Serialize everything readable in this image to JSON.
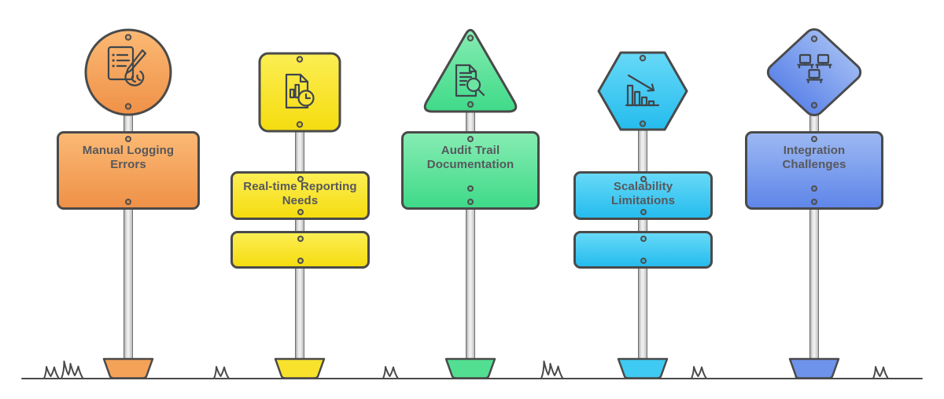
{
  "figure": {
    "background": "#FFFFFF",
    "outline_color": "#4A4A4A",
    "text_color": "#57585C",
    "pole": {
      "fill": "#E6E6E6",
      "border": "#6F6F6F"
    },
    "ground": {
      "line_color": "#4A4A4A",
      "grass_fill": "#FFFFFF"
    },
    "posts": [
      {
        "shape": "circle",
        "icon": "document-writing-icon",
        "label": "Manual Logging\nErrors",
        "colors": {
          "light": "#FBB974",
          "dark": "#EF9148",
          "base": "#F4A258"
        },
        "blank_sign": false
      },
      {
        "shape": "rounded-square",
        "icon": "report-clock-icon",
        "label": "Real-time Reporting\nNeeds",
        "colors": {
          "light": "#FCEE54",
          "dark": "#F5DC0F",
          "base": "#F8E22C"
        },
        "blank_sign": true
      },
      {
        "shape": "triangle",
        "icon": "document-magnifier-icon",
        "label": "Audit Trail\nDocumentation",
        "colors": {
          "light": "#86ECB2",
          "dark": "#3FDA89",
          "base": "#52DF92"
        },
        "blank_sign": false
      },
      {
        "shape": "hexagon",
        "icon": "declining-bar-chart-icon",
        "label": "Scalability\nLimitations",
        "colors": {
          "light": "#67D9F7",
          "dark": "#25BCEE",
          "base": "#3ECAF2"
        },
        "blank_sign": true
      },
      {
        "shape": "diamond",
        "icon": "network-computers-icon",
        "label": "Integration\nChallenges",
        "colors": {
          "light": "#9CB8F2",
          "dark": "#5F86E9",
          "base": "#6E93EB"
        },
        "blank_sign": false
      }
    ]
  }
}
